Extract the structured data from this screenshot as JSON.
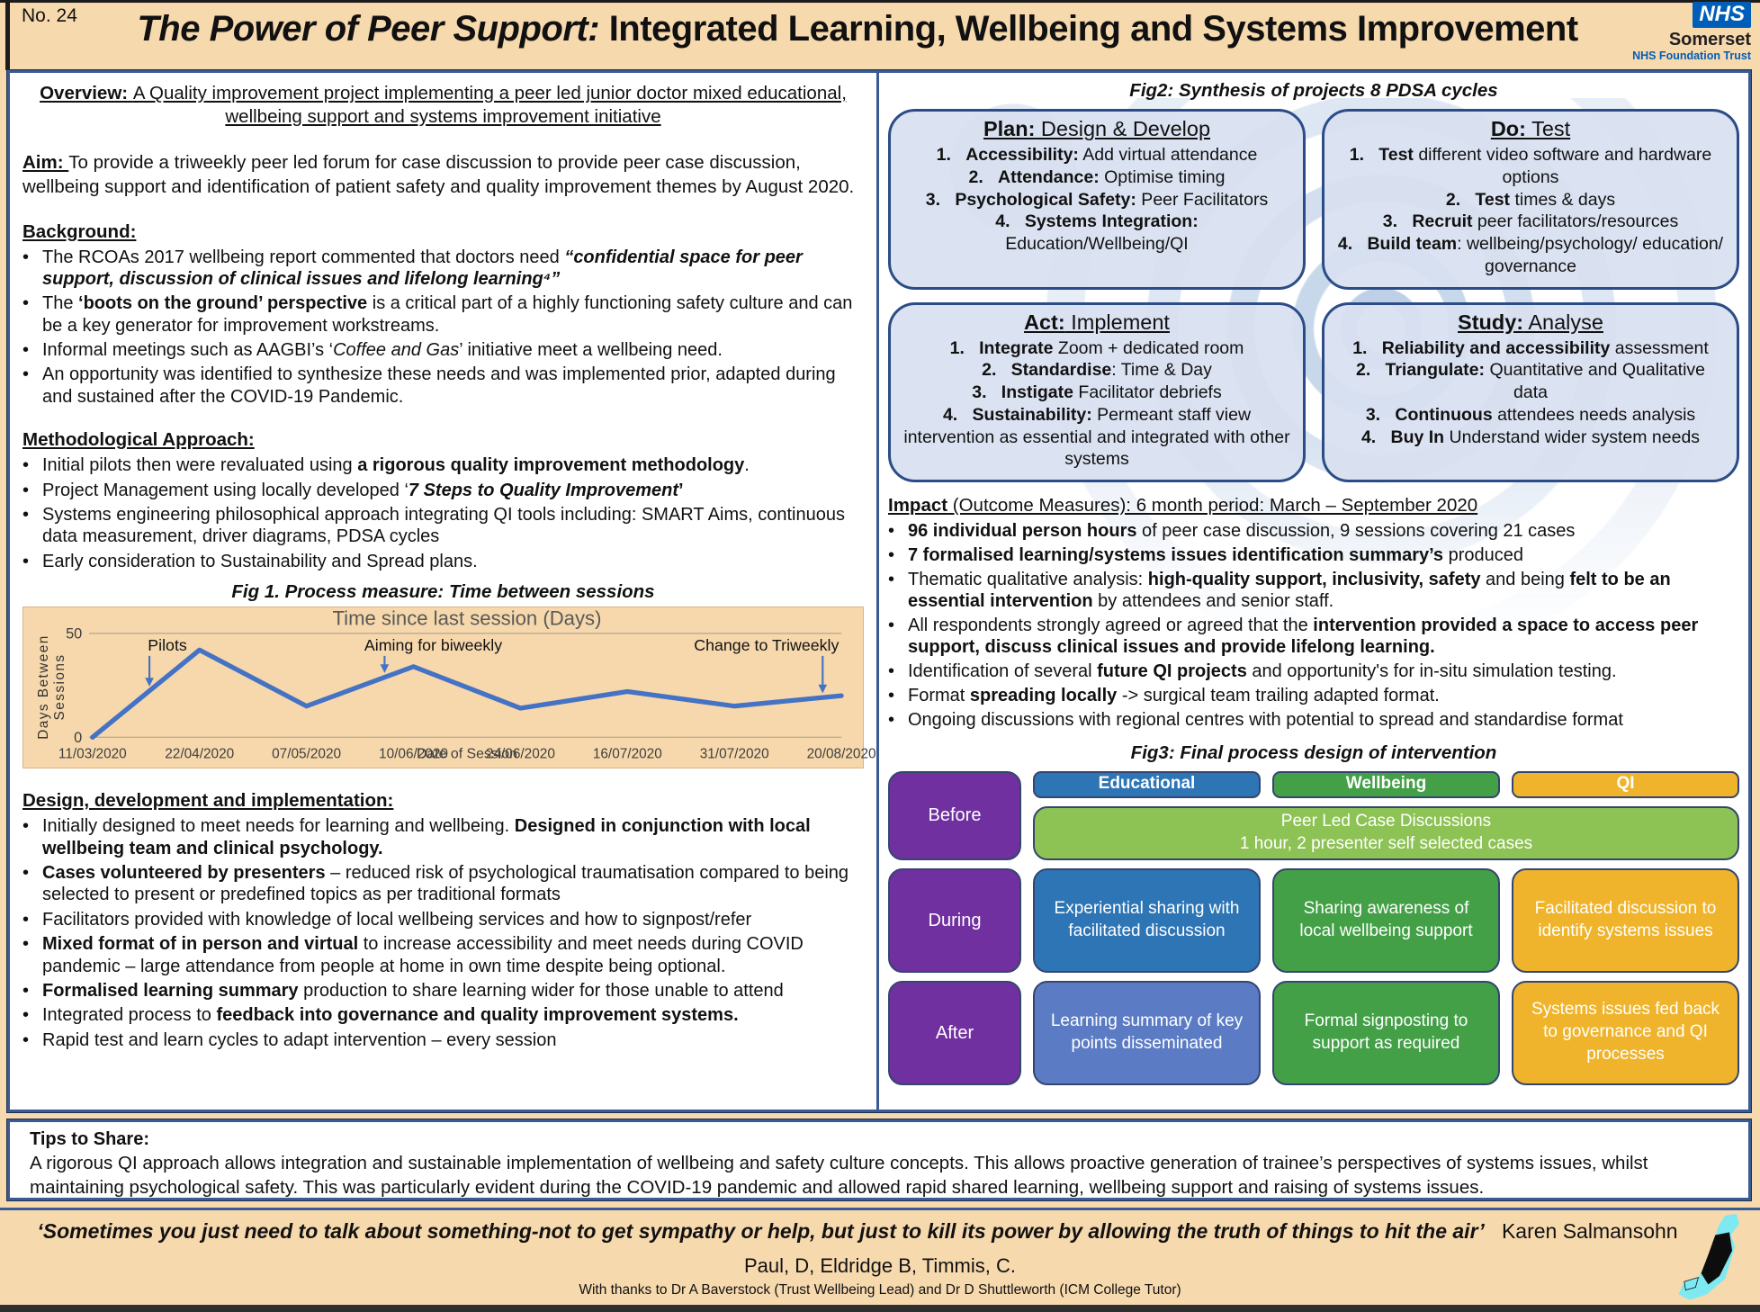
{
  "header": {
    "number": "No.  24",
    "title_italic": "The Power of Peer Support: ",
    "title_rest": "Integrated Learning, Wellbeing and Systems Improvement",
    "nhs": "NHS",
    "trust_name": "Somerset",
    "trust_type": "NHS Foundation Trust"
  },
  "colors": {
    "page_bg": "#F7D9AE",
    "nhs_blue": "#005EB8",
    "panel_border": "#3A5A94",
    "pdsa_fill": "#D6DEEF",
    "purple": "#7030A0",
    "blue": "#2E75B6",
    "green": "#43A047",
    "amber": "#EFB42B",
    "light_green": "#8DC255",
    "after_blue": "#5B7CC4",
    "chart_line": "#4472C4"
  },
  "left": {
    "overview": [
      {
        "t": "Overview: ",
        "b": 1,
        "u": 1
      },
      {
        "t": "A Quality improvement project implementing a peer led junior doctor mixed educational, wellbeing support and systems improvement initiative",
        "u": 1
      }
    ],
    "aim": [
      {
        "t": "Aim:  ",
        "b": 1,
        "u": 1
      },
      {
        "t": "To provide a triweekly peer led forum  for case discussion to provide peer case discussion, wellbeing support and identification of patient safety and quality improvement themes by August 2020."
      }
    ],
    "background": {
      "heading": "Background:",
      "bullets": [
        [
          {
            "t": "The RCOAs 2017 wellbeing report commented that doctors need "
          },
          {
            "t": "“confidential space for peer support, discussion of clinical issues and lifelong learning⁴”",
            "b": 1,
            "i": 1
          }
        ],
        [
          {
            "t": "The "
          },
          {
            "t": "‘boots on the ground’ perspective",
            "b": 1
          },
          {
            "t": " is a critical part of a highly functioning safety culture and can be a key generator for improvement workstreams."
          }
        ],
        [
          {
            "t": "Informal meetings such as AAGBI’s ‘"
          },
          {
            "t": "Coffee and Gas",
            "i": 1
          },
          {
            "t": "’ initiative meet a wellbeing need."
          }
        ],
        [
          {
            "t": "An opportunity was identified to synthesize these needs and was implemented prior, adapted during and sustained after the COVID-19 Pandemic."
          }
        ]
      ]
    },
    "method": {
      "heading": "Methodological Approach:",
      "bullets": [
        [
          {
            "t": "Initial pilots then were revaluated using "
          },
          {
            "t": "a rigorous quality improvement methodology",
            "b": 1
          },
          {
            "t": "."
          }
        ],
        [
          {
            "t": "Project Management using  locally developed ‘"
          },
          {
            "t": "7 Steps to Quality Improvement",
            "b": 1,
            "i": 1
          },
          {
            "t": "’",
            "b": 1
          }
        ],
        [
          {
            "t": "Systems engineering philosophical approach integrating QI tools including: SMART Aims, continuous data measurement, driver diagrams, PDSA cycles"
          }
        ],
        [
          {
            "t": "Early consideration to Sustainability and Spread plans."
          }
        ]
      ]
    },
    "fig1_caption": "Fig 1. Process measure: Time between sessions",
    "design": {
      "heading": "Design, development and implementation:",
      "bullets": [
        [
          {
            "t": "Initially designed to meet needs for learning and wellbeing. "
          },
          {
            "t": "Designed in conjunction with local wellbeing team and clinical psychology.",
            "b": 1
          }
        ],
        [
          {
            "t": "Cases volunteered by presenters",
            "b": 1
          },
          {
            "t": " – reduced risk of psychological traumatisation compared to being selected to present or predefined topics as per traditional formats"
          }
        ],
        [
          {
            "t": "Facilitators provided with knowledge of local wellbeing services and how to signpost/refer"
          }
        ],
        [
          {
            "t": "Mixed format of in person and virtual",
            "b": 1
          },
          {
            "t": " to increase accessibility and meet needs  during COVID pandemic – large attendance from people at home in own time despite being optional."
          }
        ],
        [
          {
            "t": "Formalised learning summary",
            "b": 1
          },
          {
            "t": " production to share learning wider for those unable to attend"
          }
        ],
        [
          {
            "t": "Integrated process to "
          },
          {
            "t": "feedback into governance and quality improvement systems.",
            "b": 1
          }
        ],
        [
          {
            "t": "Rapid test and learn cycles to adapt intervention – every session"
          }
        ]
      ]
    }
  },
  "chart_data": {
    "type": "line",
    "title": "Time since last session (Days)",
    "xlabel": "Date of Session",
    "ylabel_lines": [
      "Days Between",
      "Sessions"
    ],
    "x": [
      "11/03/2020",
      "22/04/2020",
      "07/05/2020",
      "10/06/2020",
      "24/06/2020",
      "16/07/2020",
      "31/07/2020",
      "20/08/2020"
    ],
    "values": [
      0,
      42,
      15,
      34,
      14,
      22,
      15,
      20
    ],
    "ylim": [
      0,
      50
    ],
    "yticks": [
      0,
      50
    ],
    "line_color": "#4472C4",
    "legend": "none",
    "annotations": [
      {
        "label": "Pilots",
        "arrow_frac": 0.076,
        "label_frac": 0.1
      },
      {
        "label": "Aiming for biweekly",
        "arrow_frac": 0.39,
        "label_frac": 0.455
      },
      {
        "label": "Change to Triweekly",
        "arrow_frac": 0.975,
        "label_frac": 0.9
      }
    ]
  },
  "right": {
    "fig2_caption": "Fig2: Synthesis of projects 8 PDSA cycles",
    "pdsa": [
      {
        "key": "plan",
        "title": [
          {
            "t": "Plan:",
            "b": 1,
            "u": 1
          },
          {
            "t": " Design & Develop",
            "u": 1
          }
        ],
        "items": [
          [
            {
              "t": "Accessibility:",
              "b": 1
            },
            {
              "t": " Add virtual attendance"
            }
          ],
          [
            {
              "t": "Attendance:",
              "b": 1
            },
            {
              "t": " Optimise timing"
            }
          ],
          [
            {
              "t": "Psychological Safety:",
              "b": 1
            },
            {
              "t": " Peer Facilitators"
            }
          ],
          [
            {
              "t": "Systems Integration:",
              "b": 1
            },
            {
              "t": " Education/Wellbeing/QI"
            }
          ]
        ]
      },
      {
        "key": "do",
        "title": [
          {
            "t": "Do:",
            "b": 1,
            "u": 1
          },
          {
            "t": " Test",
            "u": 1
          }
        ],
        "items": [
          [
            {
              "t": "Test",
              "b": 1
            },
            {
              "t": " different video software and hardware options"
            }
          ],
          [
            {
              "t": "Test",
              "b": 1
            },
            {
              "t": " times & days"
            }
          ],
          [
            {
              "t": "Recruit",
              "b": 1
            },
            {
              "t": " peer facilitators/resources"
            }
          ],
          [
            {
              "t": "Build team",
              "b": 1
            },
            {
              "t": ": wellbeing/psychology/ education/ governance"
            }
          ]
        ]
      },
      {
        "key": "act",
        "title": [
          {
            "t": "Act:",
            "b": 1,
            "u": 1
          },
          {
            "t": " Implement",
            "u": 1
          }
        ],
        "items": [
          [
            {
              "t": "Integrate",
              "b": 1
            },
            {
              "t": " Zoom + dedicated room"
            }
          ],
          [
            {
              "t": "Standardise",
              "b": 1
            },
            {
              "t": ": Time & Day"
            }
          ],
          [
            {
              "t": "Instigate",
              "b": 1
            },
            {
              "t": " Facilitator debriefs"
            }
          ],
          [
            {
              "t": "Sustainability:",
              "b": 1
            },
            {
              "t": " Permeant staff view intervention as essential and integrated with other systems"
            }
          ]
        ]
      },
      {
        "key": "study",
        "title": [
          {
            "t": "Study:",
            "b": 1,
            "u": 1
          },
          {
            "t": " Analyse",
            "u": 1
          }
        ],
        "items": [
          [
            {
              "t": "Reliability and accessibility",
              "b": 1
            },
            {
              "t": " assessment"
            }
          ],
          [
            {
              "t": "Triangulate:",
              "b": 1
            },
            {
              "t": " Quantitative and Qualitative data"
            }
          ],
          [
            {
              "t": "Continuous",
              "b": 1
            },
            {
              "t": " attendees needs analysis"
            }
          ],
          [
            {
              "t": "Buy In",
              "b": 1
            },
            {
              "t": " Understand wider system needs"
            }
          ]
        ]
      }
    ],
    "impact": {
      "heading": [
        {
          "t": "Impact",
          "b": 1,
          "u": 1
        },
        {
          "t": " (Outcome Measures): 6 month period: March – September 2020",
          "u": 1
        }
      ],
      "bullets": [
        [
          {
            "t": "96 individual person hours",
            "b": 1
          },
          {
            "t": " of peer case discussion, 9 sessions covering 21 cases"
          }
        ],
        [
          {
            "t": "7 formalised learning/systems issues identification summary’s",
            "b": 1
          },
          {
            "t": " produced"
          }
        ],
        [
          {
            "t": "Thematic qualitative analysis: "
          },
          {
            "t": "high-quality support, inclusivity, safety",
            "b": 1
          },
          {
            "t": " and  being "
          },
          {
            "t": "felt to be an essential intervention",
            "b": 1
          },
          {
            "t": " by attendees and senior staff."
          }
        ],
        [
          {
            "t": "All respondents strongly agreed or agreed that the "
          },
          {
            "t": "intervention provided a space to access peer support, discuss clinical issues and provide lifelong learning.",
            "b": 1
          }
        ],
        [
          {
            "t": "Identification of several "
          },
          {
            "t": "future QI projects",
            "b": 1
          },
          {
            "t": " and opportunity's for in-situ simulation testing."
          }
        ],
        [
          {
            "t": "Format "
          },
          {
            "t": "spreading locally",
            "b": 1
          },
          {
            "t": " -> surgical team trailing adapted format."
          }
        ],
        [
          {
            "t": "Ongoing discussions with regional centres with potential to spread and standardise format"
          }
        ]
      ]
    },
    "fig3_caption": "Fig3: Final process design of intervention",
    "fig3": {
      "label_color": "#7030A0",
      "row_labels": [
        "Before",
        "During",
        "After"
      ],
      "headers": [
        {
          "label": "Educational",
          "color": "#2E75B6"
        },
        {
          "label": "Wellbeing",
          "color": "#43A047"
        },
        {
          "label": "QI",
          "color": "#EFB42B"
        }
      ],
      "before": {
        "line1": "Peer Led Case Discussions",
        "line2": "1 hour, 2 presenter self selected cases",
        "color": "#8DC255"
      },
      "during": [
        {
          "text": "Experiential sharing with facilitated discussion",
          "color": "#2E75B6"
        },
        {
          "text": "Sharing awareness of local  wellbeing support",
          "color": "#43A047"
        },
        {
          "text": "Facilitated discussion to identify  systems issues",
          "color": "#EFB42B"
        }
      ],
      "after": [
        {
          "text": "Learning summary of key points disseminated",
          "color": "#5B7CC4"
        },
        {
          "text": "Formal signposting to support as required",
          "color": "#43A047"
        },
        {
          "text": "Systems issues fed back to governance and QI processes",
          "color": "#EFB42B"
        }
      ]
    }
  },
  "tips": {
    "heading": "Tips to Share:",
    "text": "A rigorous QI approach allows integration and sustainable implementation of  wellbeing and safety culture concepts. This allows proactive generation of trainee’s perspectives of systems issues, whilst maintaining psychological safety. This was particularly evident during the COVID-19 pandemic and allowed rapid shared learning, wellbeing support and raising of systems issues."
  },
  "footer": {
    "quote": [
      {
        "t": "‘Sometimes you just need to talk about something-not to get sympathy or help, but just to kill its power by allowing the truth of things to hit the air’",
        "b": 1,
        "i": 1
      },
      {
        "t": "   Karen Salmansohn"
      }
    ],
    "authors": "Paul, D, Eldridge B, Timmis, C.",
    "thanks": "With thanks to Dr A Baverstock (Trust Wellbeing Lead) and Dr D Shuttleworth (ICM College Tutor)",
    "map_icon": "somerset-map-icon"
  }
}
